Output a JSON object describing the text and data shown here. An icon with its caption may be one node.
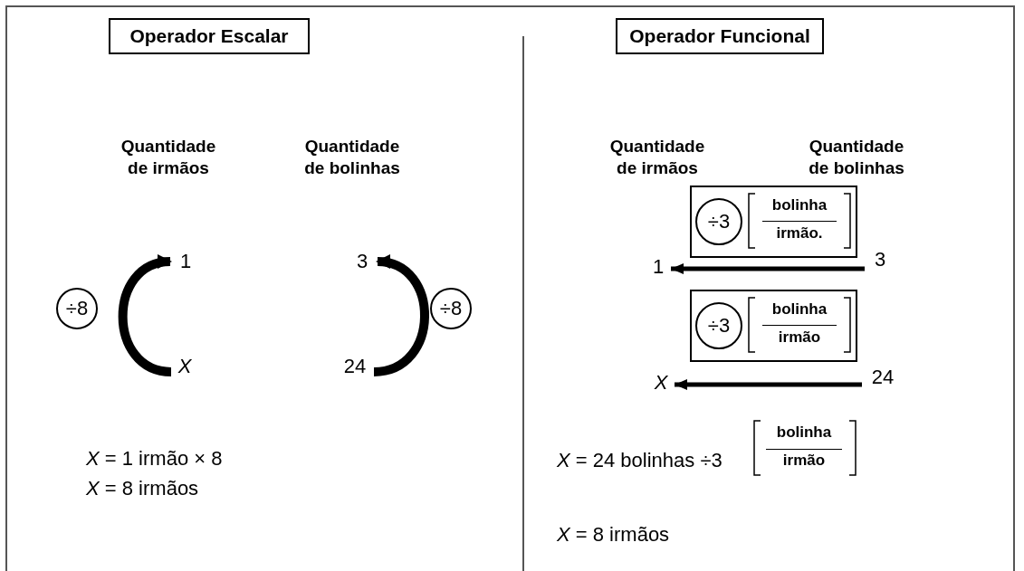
{
  "diagram": {
    "nodes": [
      {
        "text": [
          "Operador Escalar"
        ]
      },
      {
        "text": [
          "Operador Funcional"
        ]
      },
      {
        "text": [
          "1"
        ]
      },
      {
        "text": [
          "X"
        ]
      },
      {
        "text": [
          "3"
        ]
      },
      {
        "text": [
          "24"
        ]
      },
      {
        "text": [
          "÷8"
        ]
      },
      {
        "text": [
          "÷8"
        ]
      },
      {
        "text": [
          "1"
        ]
      },
      {
        "text": [
          "3"
        ]
      },
      {
        "text": [
          "bolinha",
          "irmão."
        ]
      },
      {
        "text": [
          "÷3"
        ],
        "in": 10
      },
      {
        "text": [
          "X"
        ]
      },
      {
        "text": [
          "24"
        ]
      },
      {
        "text": [
          "bolinha",
          "irmão"
        ]
      },
      {
        "text": [
          "÷3"
        ],
        "in": 14
      }
    ],
    "edges": [
      {
        "from": 3,
        "to": 2,
        "arrow": "to",
        "style": "thick"
      },
      {
        "from": 5,
        "to": 4,
        "arrow": "to",
        "style": "thick"
      },
      {
        "from": 9,
        "to": 8,
        "arrow": "to"
      },
      {
        "from": 13,
        "to": 12,
        "arrow": "to"
      }
    ],
    "labels": [
      "Quantidade de irmãos",
      "Quantidade de bolinhas",
      "Quantidade de irmãos",
      "Quantidade de bolinhas",
      "*X* = 1 irmão × 8",
      "*X* = 8 irmãos",
      "*X* = 24 bolinhas ÷3",
      "bolinha",
      "irmão",
      "*X* = 8 irmãos"
    ]
  }
}
